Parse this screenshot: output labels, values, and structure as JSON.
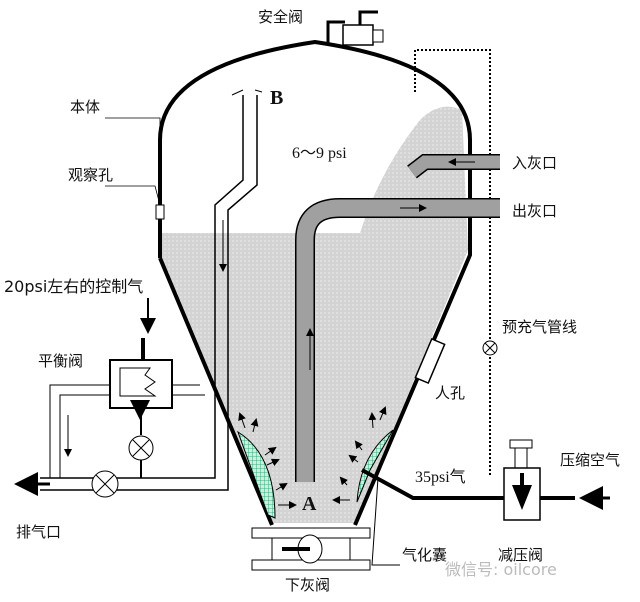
{
  "labels": {
    "safety_valve": "安全阀",
    "point_b": "B",
    "body": "本体",
    "pressure_top": "6～9 psi",
    "ash_inlet": "入灰口",
    "sight_hole": "观察孔",
    "ash_outlet": "出灰口",
    "control_air": "20psi左右的控制气",
    "precharge_line": "预充气管线",
    "balance_valve": "平衡阀",
    "manhole": "人孔",
    "compressed_air": "压缩空气",
    "air_35psi": "35psi气",
    "point_a": "A",
    "exhaust": "排气口",
    "aeration_bag": "气化囊",
    "reducing_valve": "减压阀",
    "bottom_valve": "下灰阀"
  },
  "watermark": "微信号: oilcore",
  "colors": {
    "material": "#d3d3d3",
    "pipe": "#a0a0a0",
    "aeration_bag": "#2fae8a"
  }
}
